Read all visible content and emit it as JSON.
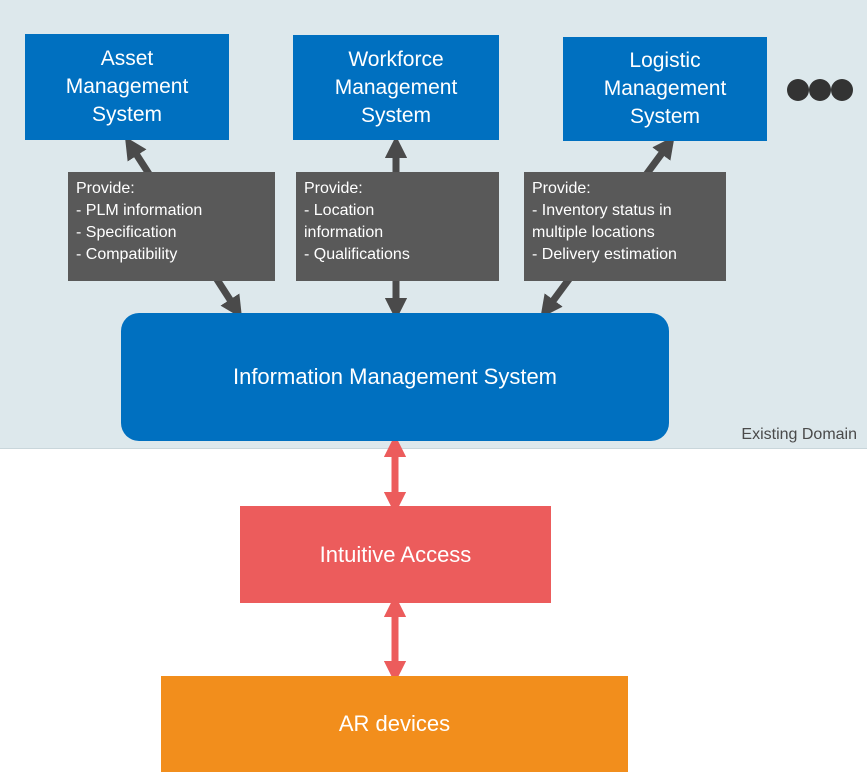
{
  "systems": [
    {
      "label": "Asset\nManagement\nSystem"
    },
    {
      "label": "Workforce\nManagement\nSystem"
    },
    {
      "label": "Logistic\nManagement\nSystem"
    }
  ],
  "provides": [
    {
      "text": "Provide:\n- PLM information\n- Specification\n- Compatibility"
    },
    {
      "text": "Provide:\n- Location\n  information\n- Qualifications"
    },
    {
      "text": "Provide:\n- Inventory status in\n  multiple locations\n- Delivery estimation"
    }
  ],
  "ims": {
    "label": "Information Management System"
  },
  "domain": {
    "label": "Existing Domain"
  },
  "access": {
    "label": "Intuitive Access"
  },
  "ar": {
    "label": "AR devices"
  },
  "colors": {
    "domain_bg": "#dde8ec",
    "system_blue": "#0070c0",
    "provide_gray": "#595959",
    "connector_gray": "#4a4a4a",
    "access_red": "#ec5c5c",
    "ar_orange": "#f28e1c"
  }
}
